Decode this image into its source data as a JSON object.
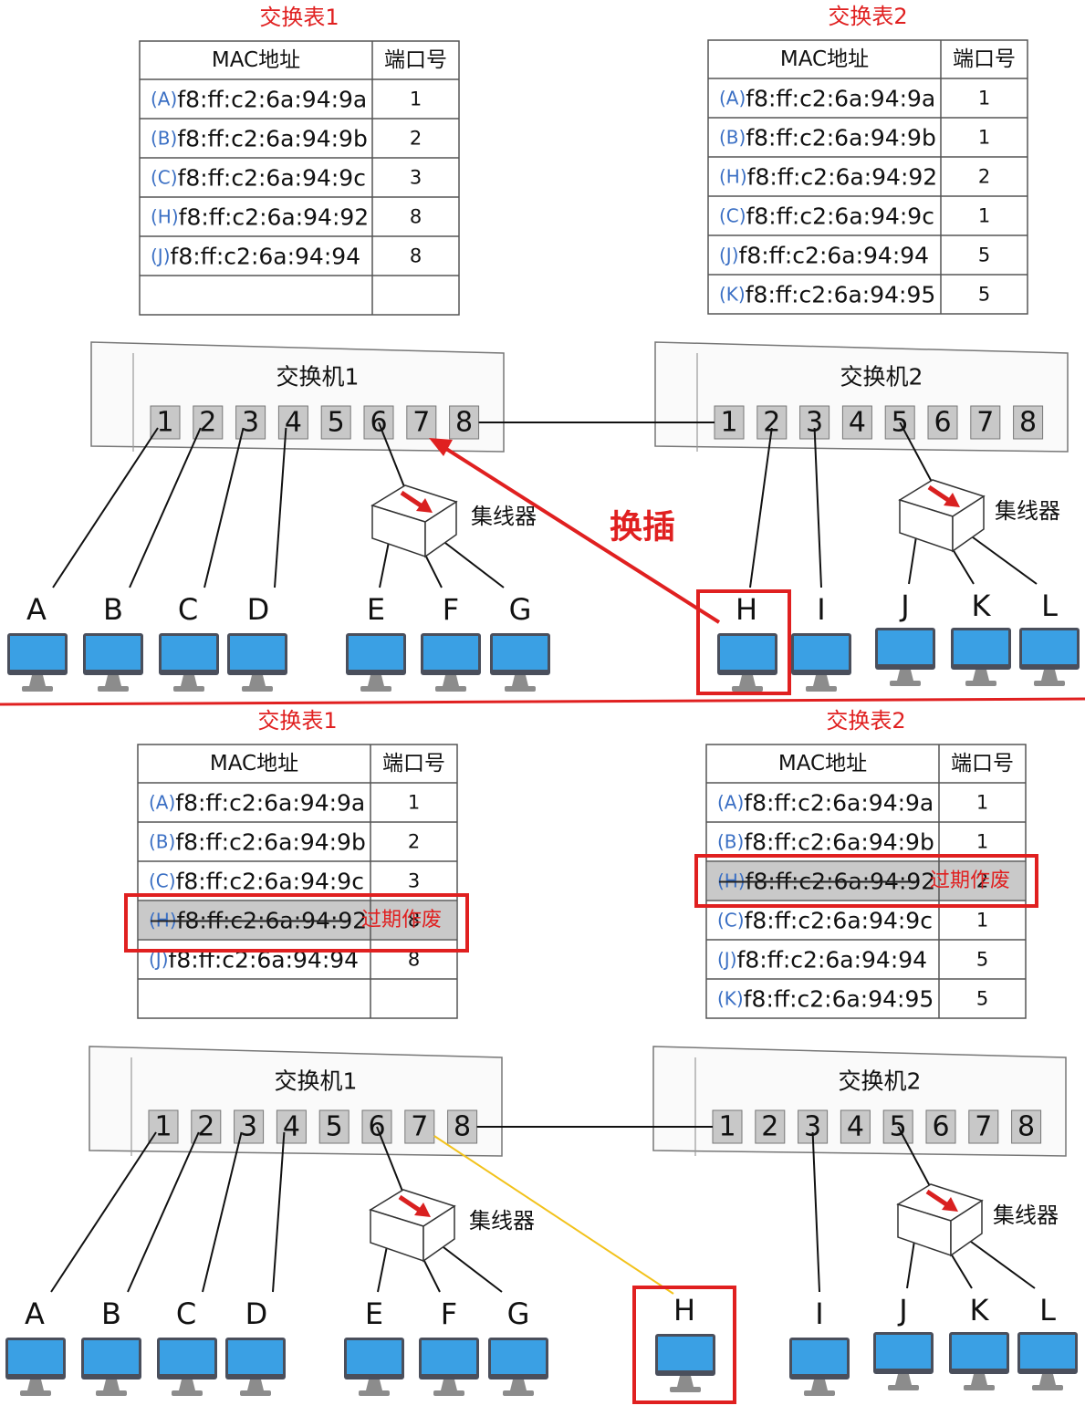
{
  "colors": {
    "red": "#e02020",
    "monitor_blue": "#3aa0e4",
    "monitor_dark": "#4a4f5c",
    "monitor_stand": "#8c8c8c",
    "port_fill": "#c8c8c8",
    "hub_arrow": "#d92020",
    "yellow_cable": "#f2c21b",
    "mac_prefix_blue": "#3a6fc4",
    "expired_fill": "#c9c9c9"
  },
  "headers": {
    "mac": "MAC地址",
    "port": "端口号"
  },
  "labels": {
    "hub": "集线器",
    "swap": "换插",
    "expired": "过期作废",
    "ports": [
      "1",
      "2",
      "3",
      "4",
      "5",
      "6",
      "7",
      "8"
    ]
  },
  "panels": [
    {
      "table1": {
        "title": "交换表1",
        "rows": [
          {
            "prefix": "(A)",
            "mac": "f8:ff:c2:6a:94:9a",
            "port": "1"
          },
          {
            "prefix": "(B)",
            "mac": "f8:ff:c2:6a:94:9b",
            "port": "2"
          },
          {
            "prefix": "(C)",
            "mac": "f8:ff:c2:6a:94:9c",
            "port": "3"
          },
          {
            "prefix": "(H)",
            "mac": "f8:ff:c2:6a:94:92",
            "port": "8"
          },
          {
            "prefix": "(J)",
            "mac": "f8:ff:c2:6a:94:94",
            "port": "8"
          },
          {
            "prefix": "",
            "mac": "",
            "port": ""
          }
        ]
      },
      "table2": {
        "title": "交换表2",
        "rows": [
          {
            "prefix": "(A)",
            "mac": "f8:ff:c2:6a:94:9a",
            "port": "1"
          },
          {
            "prefix": "(B)",
            "mac": "f8:ff:c2:6a:94:9b",
            "port": "1"
          },
          {
            "prefix": "(H)",
            "mac": "f8:ff:c2:6a:94:92",
            "port": "2"
          },
          {
            "prefix": "(C)",
            "mac": "f8:ff:c2:6a:94:9c",
            "port": "1"
          },
          {
            "prefix": "(J)",
            "mac": "f8:ff:c2:6a:94:94",
            "port": "5"
          },
          {
            "prefix": "(K)",
            "mac": "f8:ff:c2:6a:94:95",
            "port": "5"
          }
        ]
      },
      "switch1": "交换机1",
      "switch2": "交换机2",
      "hosts": [
        "A",
        "B",
        "C",
        "D",
        "E",
        "F",
        "G",
        "H",
        "I",
        "J",
        "K",
        "L"
      ]
    },
    {
      "table1": {
        "title": "交换表1",
        "rows": [
          {
            "prefix": "(A)",
            "mac": "f8:ff:c2:6a:94:9a",
            "port": "1"
          },
          {
            "prefix": "(B)",
            "mac": "f8:ff:c2:6a:94:9b",
            "port": "2"
          },
          {
            "prefix": "(C)",
            "mac": "f8:ff:c2:6a:94:9c",
            "port": "3"
          },
          {
            "prefix": "(H)",
            "mac": "f8:ff:c2:6a:94:92",
            "port": "8",
            "expired": true
          },
          {
            "prefix": "(J)",
            "mac": "f8:ff:c2:6a:94:94",
            "port": "8"
          },
          {
            "prefix": "",
            "mac": "",
            "port": ""
          }
        ]
      },
      "table2": {
        "title": "交换表2",
        "rows": [
          {
            "prefix": "(A)",
            "mac": "f8:ff:c2:6a:94:9a",
            "port": "1"
          },
          {
            "prefix": "(B)",
            "mac": "f8:ff:c2:6a:94:9b",
            "port": "1"
          },
          {
            "prefix": "(H)",
            "mac": "f8:ff:c2:6a:94:92",
            "port": "2",
            "expired": true
          },
          {
            "prefix": "(C)",
            "mac": "f8:ff:c2:6a:94:9c",
            "port": "1"
          },
          {
            "prefix": "(J)",
            "mac": "f8:ff:c2:6a:94:94",
            "port": "5"
          },
          {
            "prefix": "(K)",
            "mac": "f8:ff:c2:6a:94:95",
            "port": "5"
          }
        ]
      },
      "switch1": "交换机1",
      "switch2": "交换机2",
      "hosts": [
        "A",
        "B",
        "C",
        "D",
        "E",
        "F",
        "G",
        "H",
        "I",
        "J",
        "K",
        "L"
      ]
    }
  ]
}
